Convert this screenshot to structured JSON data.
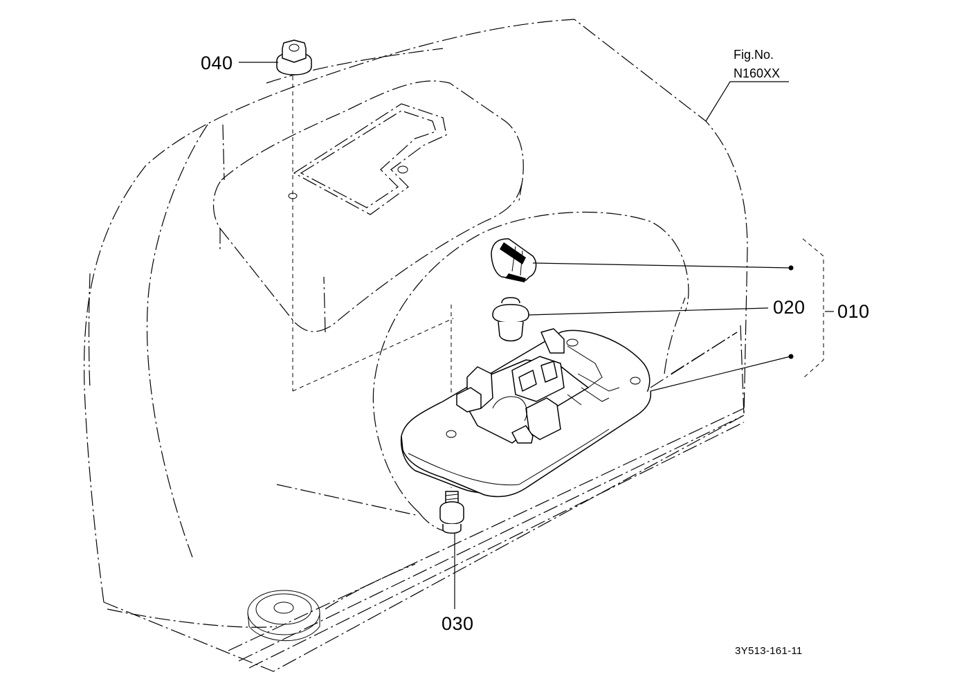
{
  "figure": {
    "fig_label": "Fig.No.",
    "fig_number": "N160XX",
    "reference_code": "3Y513-161-11"
  },
  "callouts": {
    "part_010": "010",
    "part_020": "020",
    "part_030": "030",
    "part_040": "040"
  }
}
